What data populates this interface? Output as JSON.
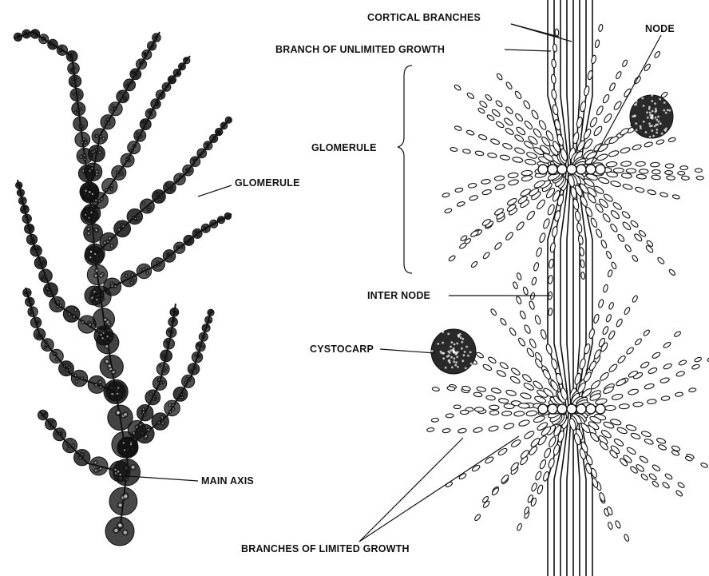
{
  "labels": {
    "cortical_branches": "CORTICAL BRANCHES",
    "branch_unlimited": "BRANCH OF UNLIMITED GROWTH",
    "node": "NODE",
    "glomerule_left": "GLOMERULE",
    "glomerule_right": "GLOMERULE",
    "inter_node": "INTER NODE",
    "cystocarp": "CYSTOCARP",
    "main_axis": "MAIN AXIS",
    "branches_limited": "BRANCHES OF LIMITED GROWTH"
  },
  "colors": {
    "ink": "#111111",
    "paper": "#ffffff"
  }
}
